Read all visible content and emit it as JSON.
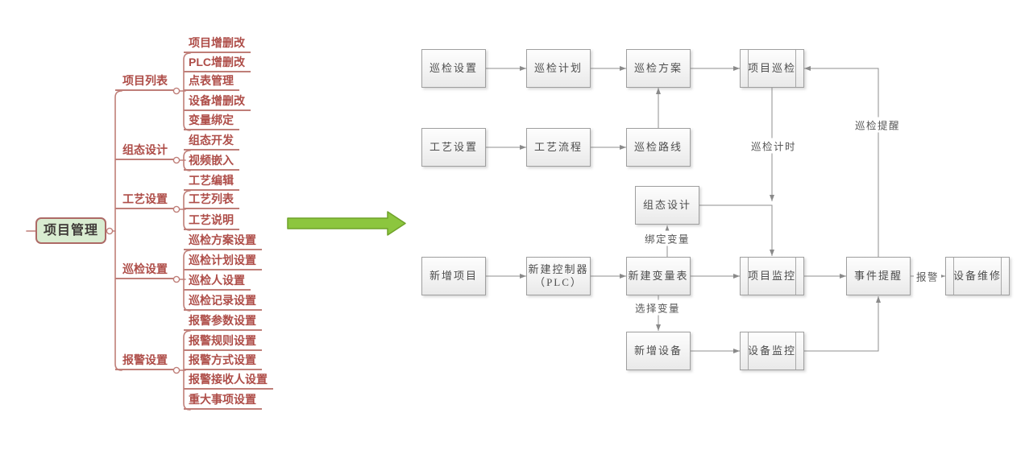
{
  "mindmap": {
    "root": "项目管理",
    "branches": [
      {
        "id": "project-list",
        "label": "项目列表",
        "children": [
          "项目增删改",
          "PLC增删改",
          "点表管理",
          "设备增删改",
          "变量绑定"
        ]
      },
      {
        "id": "config-design",
        "label": "组态设计",
        "children": [
          "组态开发",
          "视频嵌入"
        ]
      },
      {
        "id": "process-settings",
        "label": "工艺设置",
        "children": [
          "工艺编辑",
          "工艺列表",
          "工艺说明"
        ]
      },
      {
        "id": "inspection-settings",
        "label": "巡检设置",
        "children": [
          "巡检方案设置",
          "巡检计划设置",
          "巡检人设置",
          "巡检记录设置"
        ]
      },
      {
        "id": "alarm-settings",
        "label": "报警设置",
        "children": [
          "报警参数设置",
          "报警规则设置",
          "报警方式设置",
          "报警接收人设置",
          "重大事项设置"
        ]
      }
    ]
  },
  "flowchart": {
    "nodes": [
      {
        "id": "inspection-settings",
        "label": "巡检设置",
        "shape": "rect"
      },
      {
        "id": "inspection-plan",
        "label": "巡检计划",
        "shape": "rect"
      },
      {
        "id": "inspection-scheme",
        "label": "巡检方案",
        "shape": "rect"
      },
      {
        "id": "project-inspection",
        "label": "项目巡检",
        "shape": "subprocess"
      },
      {
        "id": "process-settings",
        "label": "工艺设置",
        "shape": "rect"
      },
      {
        "id": "process-flow",
        "label": "工艺流程",
        "shape": "rect"
      },
      {
        "id": "inspection-route",
        "label": "巡检路线",
        "shape": "rect"
      },
      {
        "id": "config-design",
        "label": "组态设计",
        "shape": "rect"
      },
      {
        "id": "new-project",
        "label": "新增项目",
        "shape": "rect"
      },
      {
        "id": "new-controller",
        "label": "新建控制器",
        "label2": "（PLC）",
        "shape": "rect"
      },
      {
        "id": "new-variable-table",
        "label": "新建变量表",
        "shape": "rect"
      },
      {
        "id": "project-monitor",
        "label": "项目监控",
        "shape": "subprocess"
      },
      {
        "id": "event-reminder",
        "label": "事件提醒",
        "shape": "rect"
      },
      {
        "id": "device-repair",
        "label": "设备维修",
        "shape": "subprocess"
      },
      {
        "id": "new-device",
        "label": "新增设备",
        "shape": "rect"
      },
      {
        "id": "device-monitor",
        "label": "设备监控",
        "shape": "subprocess"
      }
    ],
    "edge_labels": [
      {
        "id": "inspection-timing",
        "text": "巡检计时"
      },
      {
        "id": "inspection-reminder",
        "text": "巡检提醒"
      },
      {
        "id": "bind-variable",
        "text": "绑定变量"
      },
      {
        "id": "select-variable",
        "text": "选择变量"
      },
      {
        "id": "alarm",
        "text": "报警"
      }
    ]
  },
  "colors": {
    "mindmap_line": "#bf7e78",
    "mindmap_text": "#ae4d48",
    "root_fill": "#d9ecd1",
    "root_border": "#ad6a66",
    "flow_line": "#8f8f8f",
    "flow_text": "#4d4d4d",
    "green_arrow_fill": "#8cc63e",
    "green_arrow_border": "#6fa22a"
  }
}
